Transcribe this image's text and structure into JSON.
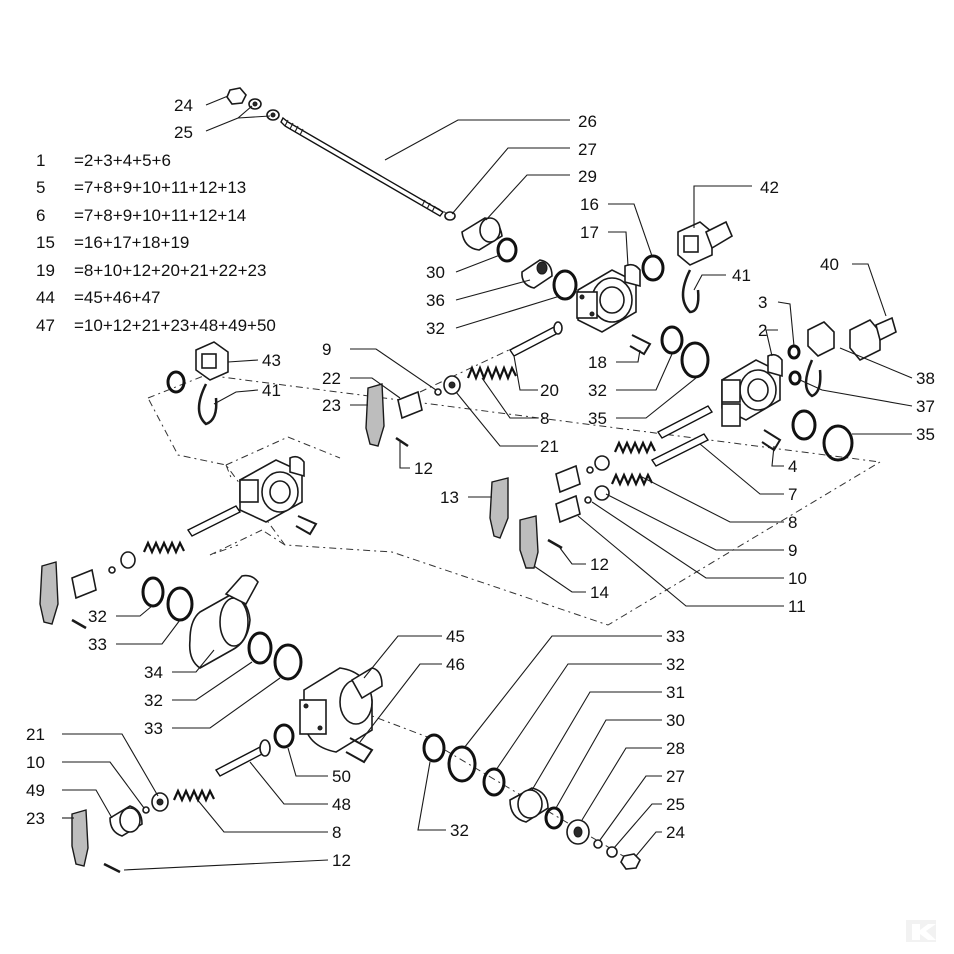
{
  "formulas": [
    {
      "num": "1",
      "expr": "=2+3+4+5+6"
    },
    {
      "num": "5",
      "expr": "=7+8+9+10+11+12+13"
    },
    {
      "num": "6",
      "expr": "=7+8+9+10+11+12+14"
    },
    {
      "num": "15",
      "expr": "=16+17+18+19"
    },
    {
      "num": "19",
      "expr": "=8+10+12+20+21+22+23"
    },
    {
      "num": "44",
      "expr": "=45+46+47"
    },
    {
      "num": "47",
      "expr": "=10+12+21+23+48+49+50"
    }
  ],
  "callouts": {
    "c24a": "24",
    "c25a": "25",
    "c26": "26",
    "c27a": "27",
    "c29": "29",
    "c30a": "30",
    "c36": "36",
    "c32a": "32",
    "c16": "16",
    "c17": "17",
    "c42": "42",
    "c41a": "41",
    "c40": "40",
    "c3": "3",
    "c2": "2",
    "c38": "38",
    "c37": "37",
    "c35a": "35",
    "c35b": "35",
    "c18": "18",
    "c32b": "32",
    "c20": "20",
    "c8a": "8",
    "c21a": "21",
    "c9a": "9",
    "c22": "22",
    "c23a": "23",
    "c12a": "12",
    "c43": "43",
    "c41b": "41",
    "c4": "4",
    "c7": "7",
    "c8b": "8",
    "c9b": "9",
    "c10a": "10",
    "c11": "11",
    "c13": "13",
    "c12b": "12",
    "c14": "14",
    "c32c": "32",
    "c33a": "33",
    "c34": "34",
    "c32d": "32",
    "c33b": "33",
    "c45": "45",
    "c46": "46",
    "c33c": "33",
    "c32e": "32",
    "c31": "31",
    "c30b": "30",
    "c28": "28",
    "c27b": "27",
    "c25b": "25",
    "c24b": "24",
    "c50": "50",
    "c48": "48",
    "c8c": "8",
    "c12c": "12",
    "c32f": "32",
    "c21b": "21",
    "c10b": "10",
    "c49": "49",
    "c23b": "23"
  },
  "watermark": "logo-mark"
}
